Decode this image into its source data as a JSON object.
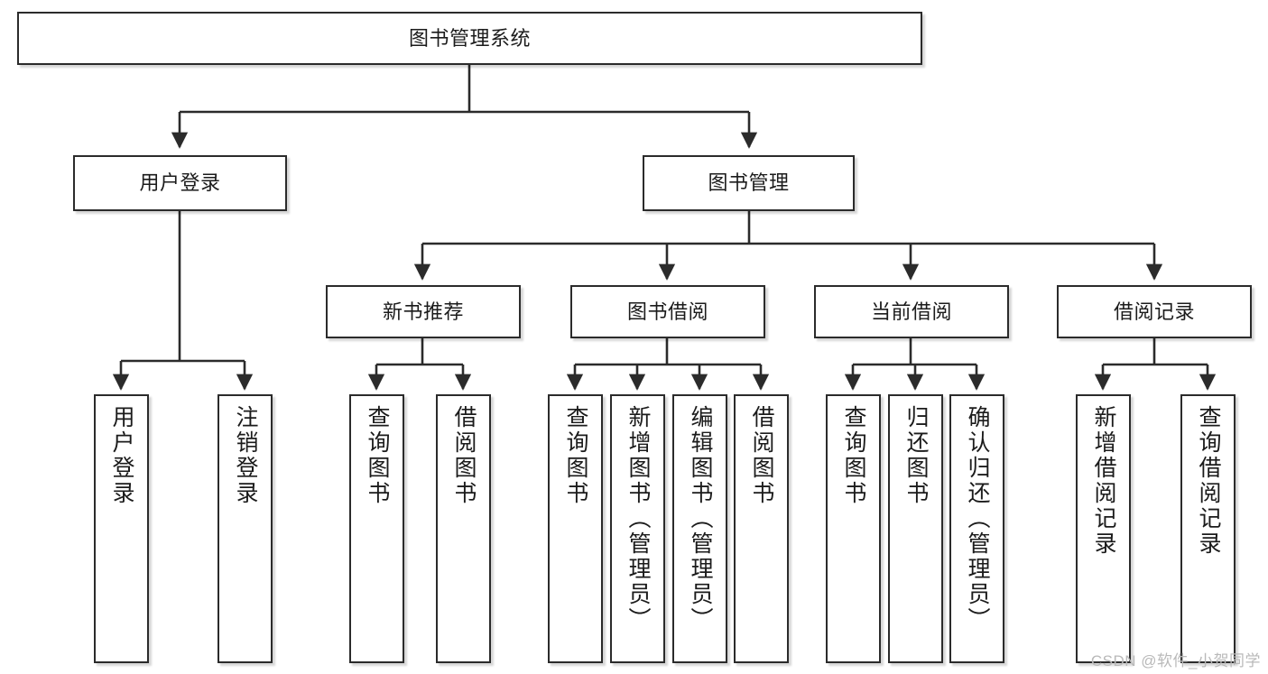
{
  "diagram": {
    "title": "图书管理系统",
    "type": "tree-hierarchy-chart",
    "colors": {
      "box_border": "#2b2b2b",
      "box_fill": "#ffffff",
      "edge": "#2b2b2b",
      "text": "#1b1b1b",
      "watermark": "#b9b9b9",
      "background": "#ffffff"
    },
    "root": {
      "label": "图书管理系统"
    },
    "level2": [
      {
        "label": "用户登录"
      },
      {
        "label": "图书管理"
      }
    ],
    "level3": [
      {
        "label": "新书推荐"
      },
      {
        "label": "图书借阅"
      },
      {
        "label": "当前借阅"
      },
      {
        "label": "借阅记录"
      }
    ],
    "leaves": {
      "user_login": [
        {
          "label": "用户登录"
        },
        {
          "label": "注销登录"
        }
      ],
      "new_book_recommend": [
        {
          "label": "查询图书"
        },
        {
          "label": "借阅图书"
        }
      ],
      "book_borrow": [
        {
          "label": "查询图书"
        },
        {
          "label": "新增图书（管理员）"
        },
        {
          "label": "编辑图书（管理员）"
        },
        {
          "label": "借阅图书"
        }
      ],
      "current_borrow": [
        {
          "label": "查询图书"
        },
        {
          "label": "归还图书"
        },
        {
          "label": "确认归还（管理员）"
        }
      ],
      "borrow_record": [
        {
          "label": "新增借阅记录"
        },
        {
          "label": "查询借阅记录"
        }
      ]
    }
  },
  "watermark": {
    "text": "CSDN @软件_小贺同学"
  }
}
